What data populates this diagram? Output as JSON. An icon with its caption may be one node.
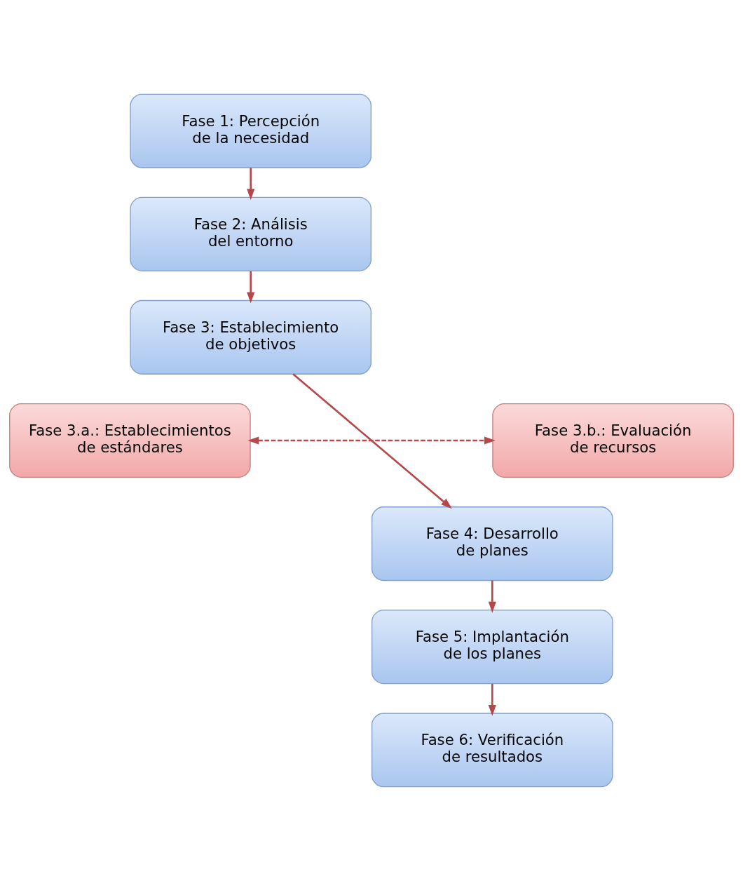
{
  "diagram": {
    "nodes": [
      {
        "text": [
          "Fase 1: Percepción de la necesidad"
        ]
      },
      {
        "text": [
          "Fase 2: Análisis del entorno"
        ]
      },
      {
        "text": [
          "Fase 3: Establecimiento de objetivos"
        ]
      },
      {
        "text": [
          "Fase 3.a.: Establecimientos de estándares"
        ]
      },
      {
        "text": [
          "Fase 3.b.: Evaluación de recursos"
        ]
      },
      {
        "text": [
          "Fase 4: Desarrollo de planes"
        ]
      },
      {
        "text": [
          "Fase 5: Implantación de los planes"
        ]
      },
      {
        "text": [
          "Fase 6: Verificación de resultados"
        ]
      }
    ],
    "edges": [
      {
        "from": 0,
        "to": 1,
        "arrow": "to"
      },
      {
        "from": 1,
        "to": 2,
        "arrow": "to"
      },
      {
        "from": 2,
        "to": 5,
        "arrow": "to"
      },
      {
        "from": 3,
        "to": 4,
        "arrow": "both",
        "style": "dashed"
      },
      {
        "from": 5,
        "to": 6,
        "arrow": "to"
      },
      {
        "from": 6,
        "to": 7,
        "arrow": "to"
      }
    ]
  }
}
